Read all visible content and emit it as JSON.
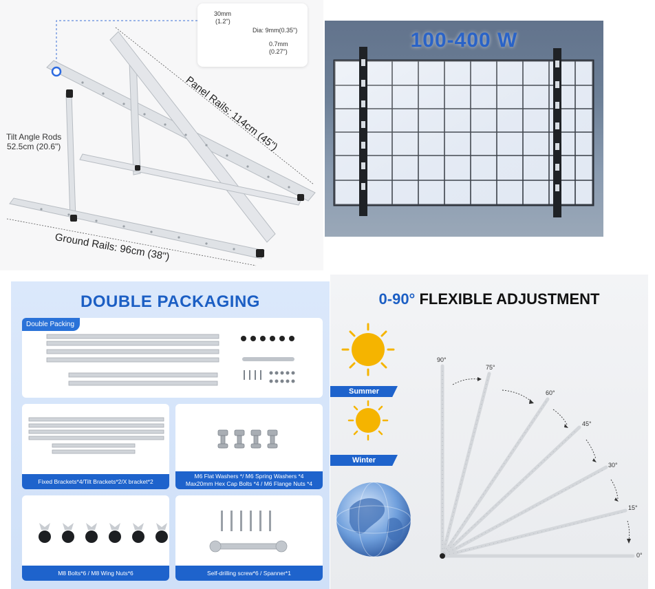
{
  "rails": {
    "callout": {
      "width_value": "30mm",
      "width_inch": "(1.2\")",
      "diameter": "Dia: 9mm(0.35\")",
      "thickness_value": "0.7mm",
      "thickness_inch": "(0.27\")"
    },
    "tilt_label": "Tilt Angle Rods",
    "tilt_value": "52.5cm (20.6\")",
    "panel_rails": "Panel Rails: 114cm (45\")",
    "ground_rails": "Ground Rails: 96cm (38\")"
  },
  "panel_photo": {
    "title": "100-400 W"
  },
  "packaging": {
    "title": "DOUBLE PACKAGING",
    "tag": "Double Packing",
    "captions": {
      "brackets": "Fixed Brackets*4/Tilt Brackets*2/X bracket*2",
      "washers_line1": "M6 Flat Washers */ M6 Spring Washers *4",
      "washers_line2": "Max20mm Hex Cap Bolts *4 / M6 Flange Nuts *4",
      "bolts": "M8 Bolts*6 / M8 Wing Nuts*6",
      "screws": "Self-drilling screw*6 / Spanner*1"
    }
  },
  "adjustment": {
    "title_num": "0-90°",
    "title_text": "FLEXIBLE ADJUSTMENT",
    "summer": "Summer",
    "winter": "Winter",
    "angles": [
      "90°",
      "75°",
      "60°",
      "45°",
      "30°",
      "15°",
      "0°"
    ]
  },
  "colors": {
    "accent": "#1e63cc",
    "sun": "#f5b400",
    "rail": "#d4d7db"
  }
}
